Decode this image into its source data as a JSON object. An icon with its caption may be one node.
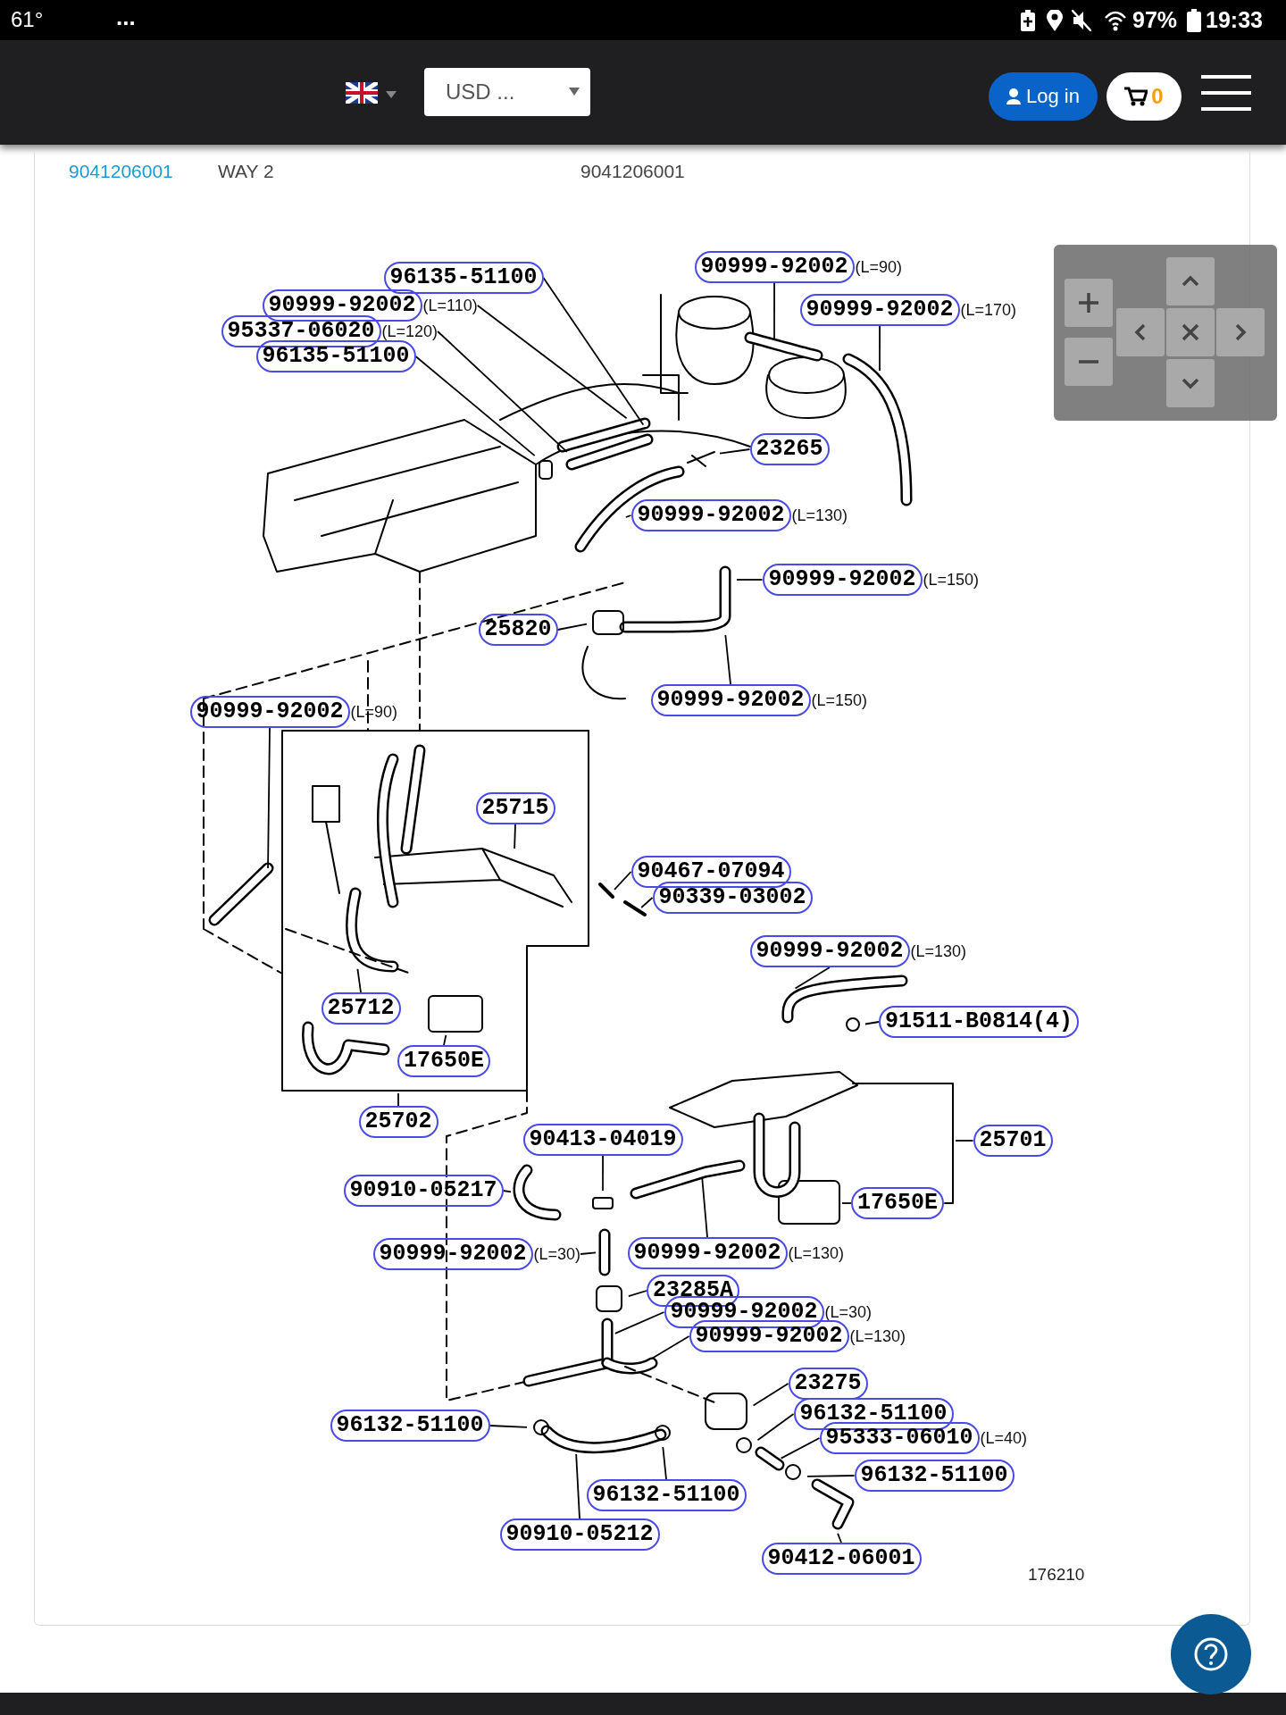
{
  "diagram": {
    "nodes": [
      {
        "text": [
          "96135-51100"
        ]
      },
      {
        "text": [
          "90999-92002"
        ],
        "beside": [
          "(L=110)"
        ]
      },
      {
        "text": [
          "95337-06020"
        ],
        "beside": [
          "(L=120)"
        ]
      },
      {
        "text": [
          "96135-51100"
        ]
      },
      {
        "text": [
          "90999-92002"
        ],
        "beside": [
          "(L=90)"
        ]
      },
      {
        "text": [
          "90999-92002"
        ],
        "beside": [
          "(L=170)"
        ]
      },
      {
        "text": [
          "23265"
        ]
      },
      {
        "text": [
          "90999-92002"
        ],
        "beside": [
          "(L=130)"
        ]
      },
      {
        "text": [
          "90999-92002"
        ],
        "beside": [
          "(L=150)"
        ]
      },
      {
        "text": [
          "25820"
        ]
      },
      {
        "text": [
          "90999-92002"
        ],
        "beside": [
          "(L=150)"
        ]
      },
      {
        "text": [
          "90999-92002"
        ],
        "beside": [
          "(L=90)"
        ]
      },
      {
        "text": [
          "25715"
        ]
      },
      {
        "text": [
          "90467-07094"
        ]
      },
      {
        "text": [
          "90339-03002"
        ]
      },
      {
        "text": [
          "90999-92002"
        ],
        "beside": [
          "(L=130)"
        ]
      },
      {
        "text": [
          "91511-B0814(4)"
        ]
      },
      {
        "text": [
          "25712"
        ]
      },
      {
        "text": [
          "17650E"
        ]
      },
      {
        "text": [
          "25702"
        ]
      },
      {
        "text": [
          "25701"
        ]
      },
      {
        "text": [
          "90413-04019"
        ]
      },
      {
        "text": [
          "90910-05217"
        ]
      },
      {
        "text": [
          "17650E"
        ]
      },
      {
        "text": [
          "90999-92002"
        ],
        "beside": [
          "(L=30)"
        ]
      },
      {
        "text": [
          "90999-92002"
        ],
        "beside": [
          "(L=130)"
        ]
      },
      {
        "text": [
          "23285A"
        ]
      },
      {
        "text": [
          "90999-92002"
        ],
        "beside": [
          "(L=30)"
        ]
      },
      {
        "text": [
          "90999-92002"
        ],
        "beside": [
          "(L=130)"
        ]
      },
      {
        "text": [
          "23275"
        ]
      },
      {
        "text": [
          "96132-51100"
        ]
      },
      {
        "text": [
          "96132-51100"
        ]
      },
      {
        "text": [
          "95333-06010"
        ],
        "beside": [
          "(L=40)"
        ]
      },
      {
        "text": [
          "96132-51100"
        ]
      },
      {
        "text": [
          "96132-51100"
        ]
      },
      {
        "text": [
          "90910-05212"
        ]
      },
      {
        "text": [
          "90412-06001"
        ]
      }
    ],
    "edges": [
      {
        "from": 0,
        "to": null,
        "arrow": "none"
      },
      {
        "from": 1,
        "to": null,
        "arrow": "none"
      },
      {
        "from": 2,
        "to": null,
        "arrow": "none"
      },
      {
        "from": 3,
        "to": null,
        "arrow": "none"
      },
      {
        "from": 4,
        "to": null,
        "arrow": "none"
      },
      {
        "from": 5,
        "to": null,
        "arrow": "none"
      },
      {
        "from": 6,
        "to": null,
        "arrow": "none"
      },
      {
        "from": 7,
        "to": null,
        "arrow": "none"
      },
      {
        "from": 8,
        "to": null,
        "arrow": "none"
      },
      {
        "from": 9,
        "to": null,
        "arrow": "none"
      },
      {
        "from": 10,
        "to": null,
        "arrow": "none"
      },
      {
        "from": 11,
        "to": null,
        "arrow": "none"
      },
      {
        "from": 12,
        "to": null,
        "arrow": "none"
      },
      {
        "from": 13,
        "to": null,
        "arrow": "none"
      },
      {
        "from": 14,
        "to": null,
        "arrow": "none"
      },
      {
        "from": 15,
        "to": null,
        "arrow": "none"
      },
      {
        "from": 16,
        "to": null,
        "arrow": "none"
      },
      {
        "from": 17,
        "to": null,
        "arrow": "none"
      },
      {
        "from": 18,
        "to": null,
        "arrow": "none"
      },
      {
        "from": 19,
        "to": null,
        "arrow": "none"
      },
      {
        "from": 20,
        "to": null,
        "arrow": "none"
      },
      {
        "from": 21,
        "to": null,
        "arrow": "none"
      },
      {
        "from": 22,
        "to": null,
        "arrow": "none"
      },
      {
        "from": 23,
        "to": null,
        "arrow": "none"
      },
      {
        "from": 24,
        "to": null,
        "arrow": "none"
      },
      {
        "from": 25,
        "to": null,
        "arrow": "none"
      },
      {
        "from": 26,
        "to": null,
        "arrow": "none"
      },
      {
        "from": 27,
        "to": null,
        "arrow": "none"
      },
      {
        "from": 28,
        "to": null,
        "arrow": "none"
      },
      {
        "from": 29,
        "to": null,
        "arrow": "none"
      },
      {
        "from": 30,
        "to": null,
        "arrow": "none"
      },
      {
        "from": 31,
        "to": null,
        "arrow": "none"
      },
      {
        "from": 32,
        "to": null,
        "arrow": "none"
      },
      {
        "from": 33,
        "to": null,
        "arrow": "none"
      },
      {
        "from": 34,
        "to": null,
        "arrow": "none"
      },
      {
        "from": 35,
        "to": null,
        "arrow": "none"
      },
      {
        "from": 36,
        "to": null,
        "arrow": "none"
      }
    ],
    "labels": [
      "61°",
      "...",
      "97%",
      "19:33",
      "USD ...",
      "Log in",
      "0",
      "9041206001",
      "WAY 2",
      "9041206001",
      "176210"
    ]
  }
}
